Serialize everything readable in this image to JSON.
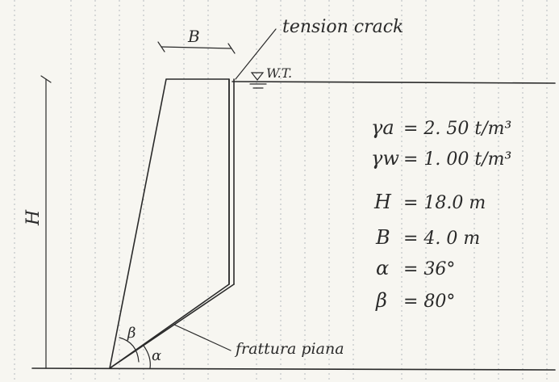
{
  "labels": {
    "tension_crack": "tension crack",
    "water_table": "W.T.",
    "width": "B",
    "height": "H",
    "angle_beta": "β",
    "angle_alpha": "α",
    "failure_plane": "frattura piana"
  },
  "parameters": [
    {
      "symbol": "γa",
      "value": "=  2. 50  t/m³"
    },
    {
      "symbol": "γw",
      "value": "=  1. 00  t/m³"
    },
    {
      "symbol": "H",
      "value": "=  18.0  m"
    },
    {
      "symbol": "B",
      "value": "=  4. 0  m"
    },
    {
      "symbol": "α",
      "value": "=  36°"
    },
    {
      "symbol": "β",
      "value": "=  80°"
    }
  ]
}
